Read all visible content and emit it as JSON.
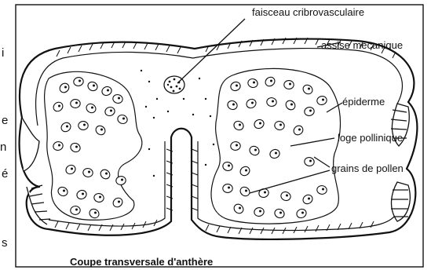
{
  "labels": {
    "faisceau": "faisceau cribrovasculaire",
    "assise": "assise mécanique",
    "epiderme": "épiderme",
    "loge": "loge pollinique",
    "grains": "grains de pollen"
  },
  "caption": "Coupe transversale d'anthère",
  "side_letters": [
    "i",
    "e",
    "n",
    "é",
    "s"
  ]
}
